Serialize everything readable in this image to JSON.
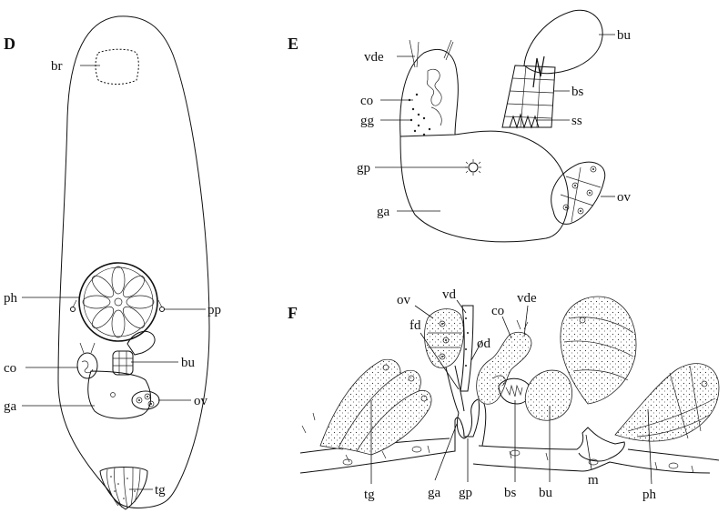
{
  "panels": {
    "d": {
      "letter": "D",
      "labels": {
        "br": "br",
        "ph": "ph",
        "pp": "pp",
        "co": "co",
        "bu": "bu",
        "ga": "ga",
        "ov": "ov",
        "tg": "tg"
      }
    },
    "e": {
      "letter": "E",
      "labels": {
        "vde": "vde",
        "bu": "bu",
        "co": "co",
        "bs": "bs",
        "gg": "gg",
        "ss": "ss",
        "gp": "gp",
        "ov": "ov",
        "ga": "ga"
      }
    },
    "f": {
      "letter": "F",
      "labels": {
        "ov": "ov",
        "vd": "vd",
        "co": "co",
        "vde": "vde",
        "fd": "fd",
        "od": "od",
        "tg": "tg",
        "ga": "ga",
        "gp": "gp",
        "bs": "bs",
        "bu": "bu",
        "m": "m",
        "ph": "ph"
      }
    }
  }
}
